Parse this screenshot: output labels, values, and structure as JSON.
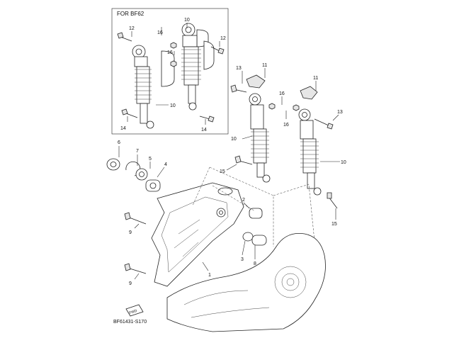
{
  "inset": {
    "title": "FOR BF62"
  },
  "diagram_code": "BF61431-S170",
  "fwd_label": "FWD",
  "callouts": [
    {
      "id": "c12a",
      "text": "12"
    },
    {
      "id": "c16a",
      "text": "16"
    },
    {
      "id": "c10a",
      "text": "10"
    },
    {
      "id": "c12b",
      "text": "12"
    },
    {
      "id": "c16b",
      "text": "16"
    },
    {
      "id": "c10b",
      "text": "10"
    },
    {
      "id": "c14a",
      "text": "14"
    },
    {
      "id": "c14b",
      "text": "14"
    },
    {
      "id": "c13a",
      "text": "13"
    },
    {
      "id": "c11a",
      "text": "11"
    },
    {
      "id": "c11b",
      "text": "11"
    },
    {
      "id": "c16c",
      "text": "16"
    },
    {
      "id": "c16d",
      "text": "16"
    },
    {
      "id": "c13b",
      "text": "13"
    },
    {
      "id": "c10c",
      "text": "10"
    },
    {
      "id": "c10d",
      "text": "10"
    },
    {
      "id": "c15a",
      "text": "15"
    },
    {
      "id": "c15b",
      "text": "15"
    },
    {
      "id": "c6",
      "text": "6"
    },
    {
      "id": "c7",
      "text": "7"
    },
    {
      "id": "c5",
      "text": "5"
    },
    {
      "id": "c4",
      "text": "4"
    },
    {
      "id": "c2",
      "text": "2"
    },
    {
      "id": "c9a",
      "text": "9"
    },
    {
      "id": "c9b",
      "text": "9"
    },
    {
      "id": "c3",
      "text": "3"
    },
    {
      "id": "c8",
      "text": "8"
    },
    {
      "id": "c1",
      "text": "1"
    }
  ]
}
